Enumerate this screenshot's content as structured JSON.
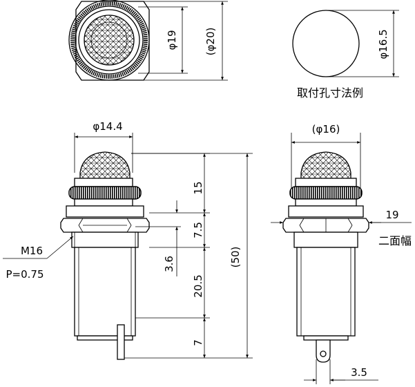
{
  "top_view": {
    "dim_inner": "φ19",
    "dim_outer": "(φ20)"
  },
  "mounting_hole": {
    "dim": "φ16.5",
    "caption": "取付孔寸法例"
  },
  "front_view": {
    "dim_width": "φ14.4",
    "dim_15": "15",
    "dim_7_5": "7.5",
    "dim_3_6": "3.6",
    "dim_20_5": "20.5",
    "dim_7": "7",
    "dim_total": "(50)",
    "thread": "M16",
    "pitch": "P=0.75"
  },
  "side_view": {
    "dim_width": "(φ16)",
    "dim_19": "19",
    "flats_label": "二面幅",
    "dim_3_5": "3.5"
  }
}
